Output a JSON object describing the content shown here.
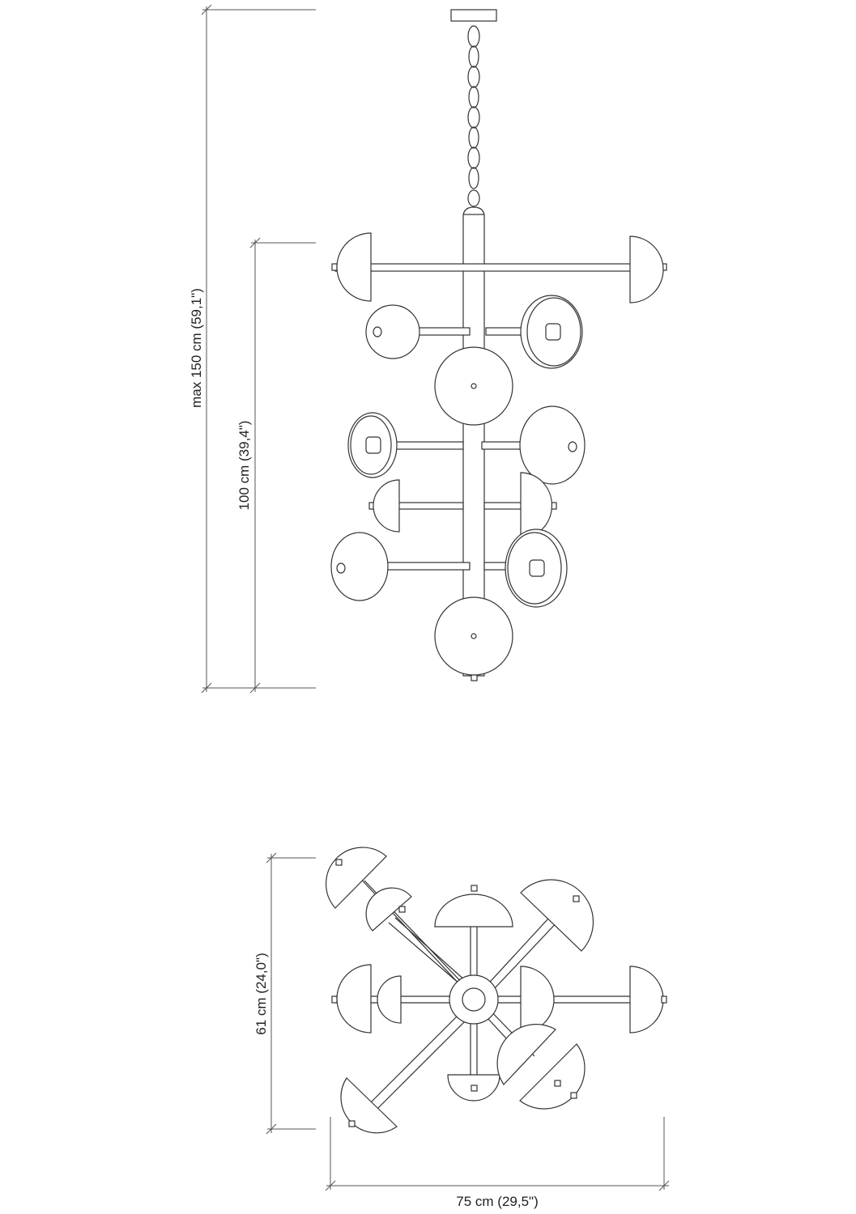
{
  "dimensions": {
    "max_height": "max 150 cm (59,1\")",
    "body_height": "100 cm (39,4\")",
    "depth": "61 cm (24,0\")",
    "width": "75 cm (29,5\")"
  }
}
